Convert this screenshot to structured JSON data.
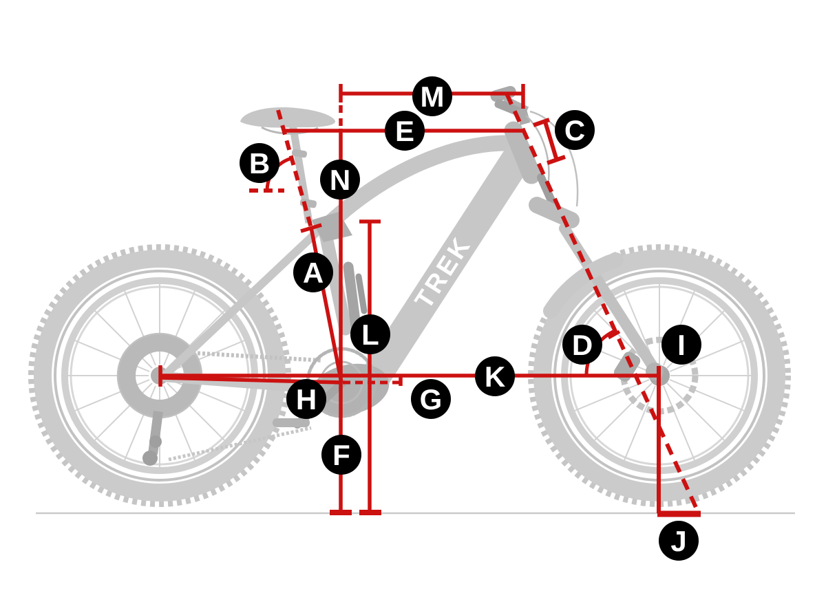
{
  "diagram": {
    "type": "bike-geometry-diagram",
    "brand_logo": "TREK",
    "colors": {
      "measurement_red": "#cc1111",
      "badge_background": "#000000",
      "badge_letter": "#ffffff",
      "bike_ghost": "#c9c9c9",
      "ground_line": "#c9c9c9",
      "background": "#ffffff"
    },
    "badges": [
      {
        "letter": "A"
      },
      {
        "letter": "B"
      },
      {
        "letter": "C"
      },
      {
        "letter": "D"
      },
      {
        "letter": "E"
      },
      {
        "letter": "F"
      },
      {
        "letter": "G"
      },
      {
        "letter": "H"
      },
      {
        "letter": "I"
      },
      {
        "letter": "J"
      },
      {
        "letter": "K"
      },
      {
        "letter": "L"
      },
      {
        "letter": "M"
      },
      {
        "letter": "N"
      }
    ]
  }
}
